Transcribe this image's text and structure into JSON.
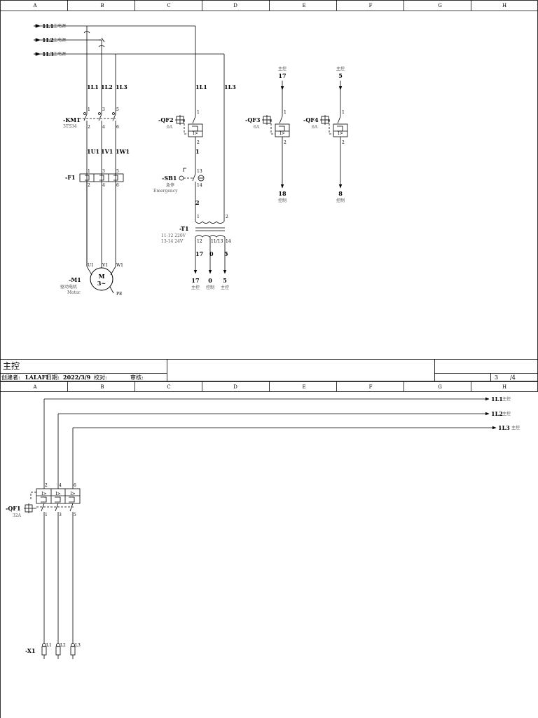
{
  "grid_columns": [
    "A",
    "B",
    "C",
    "D",
    "E",
    "F",
    "G",
    "H"
  ],
  "page1": {
    "feeds": [
      {
        "id": "1L1",
        "note": "主电源"
      },
      {
        "id": "1L2",
        "note": "主电源"
      },
      {
        "id": "1L3",
        "note": "主电源"
      }
    ],
    "km1": {
      "tag": "-KM1",
      "model": "3TS34",
      "wire_in": [
        "1L1",
        "1L2",
        "1L3"
      ],
      "wire_out": [
        "1U1",
        "1V1",
        "1W1"
      ],
      "terms_top": [
        "1",
        "3",
        "5"
      ],
      "terms_bot": [
        "2",
        "4",
        "6"
      ]
    },
    "f1": {
      "tag": "-F1",
      "terms_top": [
        "1",
        "3",
        "5"
      ],
      "terms_bot": [
        "2",
        "4",
        "6"
      ]
    },
    "m1": {
      "tag": "-M1",
      "desc_cn": "驱动电机",
      "desc_en": "Motor",
      "symbol": "M",
      "phase": "3~",
      "terms": [
        "U1",
        "V1",
        "W1"
      ],
      "pe": "PE"
    },
    "qf2": {
      "tag": "-QF2",
      "rating": "6A",
      "wire_in": [
        "1L1",
        "1L3"
      ],
      "term_top": "1",
      "term_bot": "2",
      "wire_after": "1"
    },
    "sb1": {
      "tag": "-SB1",
      "desc_cn": "急停",
      "desc_en": "Emergency",
      "term_top": "13",
      "term_bot": "14",
      "wire_after": "2"
    },
    "t1": {
      "tag": "-T1",
      "spec1": "11-12  220V",
      "spec2": "13-14  24V",
      "prim_terms": [
        "1",
        "2"
      ],
      "sec_terms": [
        "12",
        "11/13",
        "14"
      ],
      "wires": [
        "17",
        "0",
        "5"
      ],
      "outputs": [
        {
          "num": "17",
          "label": "主控"
        },
        {
          "num": "0",
          "label": "控制"
        },
        {
          "num": "5",
          "label": "主控"
        }
      ]
    },
    "qf3": {
      "tag": "-QF3",
      "rating": "6A",
      "in_num": "17",
      "in_label": "主控",
      "out_num": "18",
      "out_label": "控制",
      "term_top": "1",
      "term_bot": "2"
    },
    "qf4": {
      "tag": "-QF4",
      "rating": "6A",
      "in_num": "5",
      "in_label": "主控",
      "out_num": "8",
      "out_label": "控制",
      "term_top": "1",
      "term_bot": "2"
    },
    "breaker_mark": "I>"
  },
  "title_block": {
    "title": "主控",
    "creator_label": "创建者:",
    "creator": "LALAFI",
    "date_label": "日期:",
    "date": "2022/3/9",
    "check_label": "校对:",
    "approve_label": "审核:",
    "page": "3",
    "total": "/4"
  },
  "page2": {
    "outputs": [
      {
        "id": "1L1",
        "note": "主控"
      },
      {
        "id": "1L2",
        "note": "主控"
      },
      {
        "id": "1L3",
        "note": "主控"
      }
    ],
    "qf1": {
      "tag": "-QF1",
      "rating": "32A",
      "terms_top": [
        "2",
        "4",
        "6"
      ],
      "terms_bot": [
        "1",
        "3",
        "5"
      ]
    },
    "x1": {
      "tag": "-X1",
      "terms": [
        "L1",
        "L2",
        "L3"
      ]
    }
  }
}
